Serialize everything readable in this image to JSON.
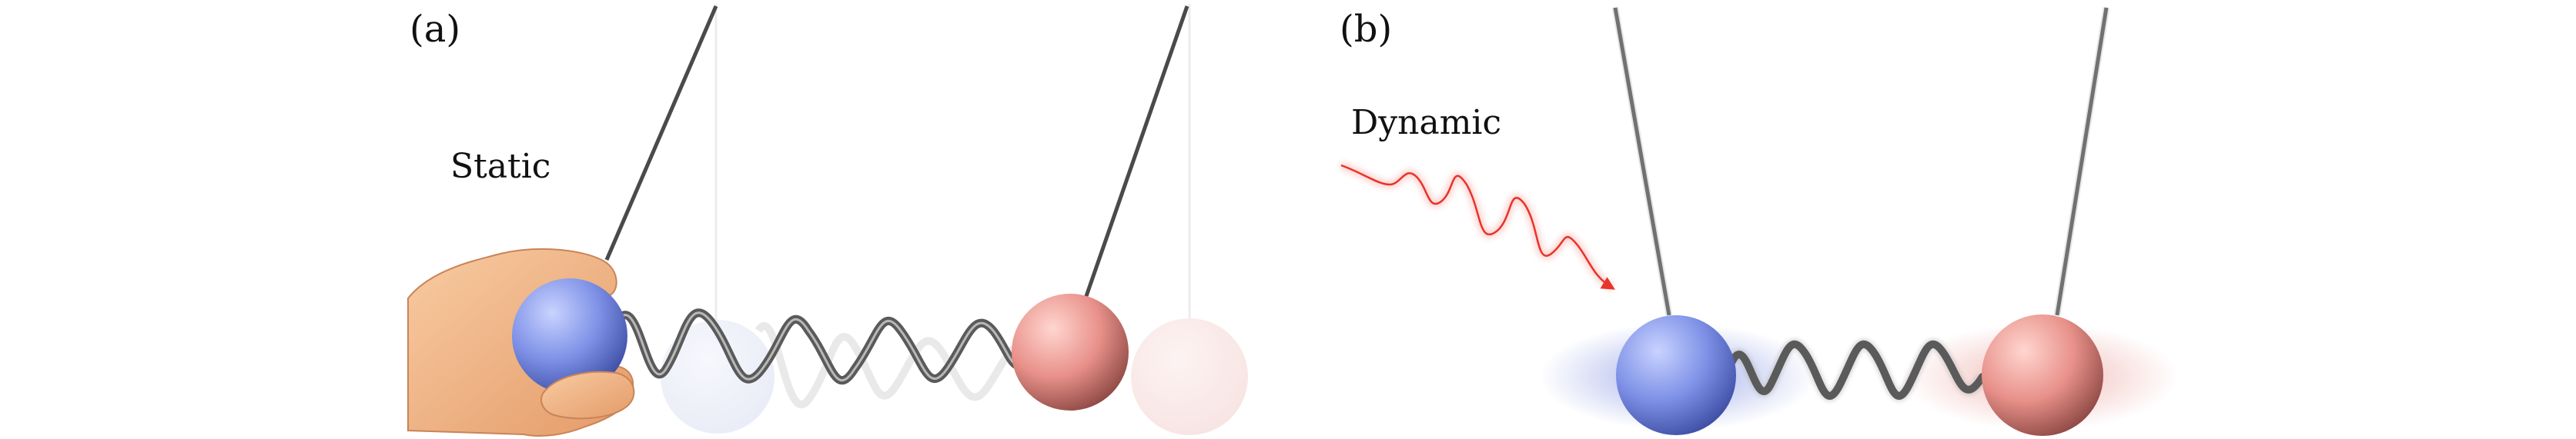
{
  "panels": {
    "a": {
      "label": "(a)",
      "caption": "Static"
    },
    "b": {
      "label": "(b)",
      "caption": "Dynamic"
    }
  },
  "colors": {
    "blue_ball": "#7d90e6",
    "red_ball": "#e8908a",
    "spring": "#5a5a5a",
    "string": "#4a4a4a",
    "skin": "#f2b886",
    "wave": "#f2554a"
  },
  "icons": [
    "hand-icon",
    "wave-arrow-icon"
  ]
}
